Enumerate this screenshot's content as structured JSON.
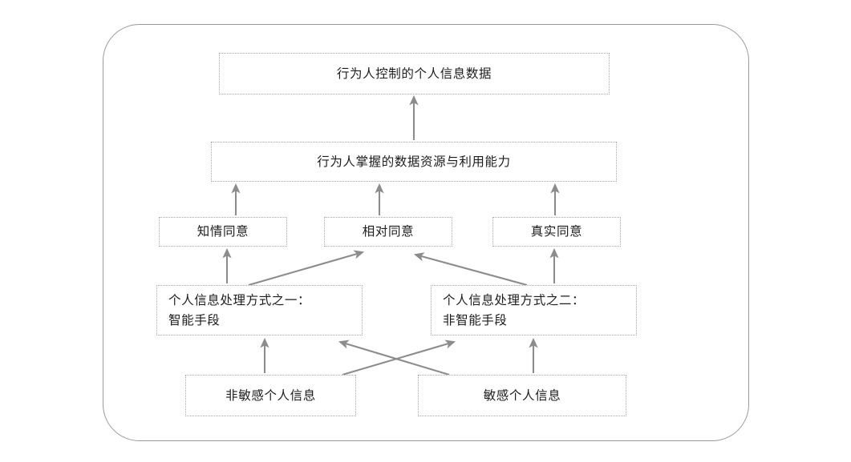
{
  "diagram": {
    "title_visible": false,
    "frame": {
      "shape": "rounded-rectangle",
      "stroke_color": "#9a9a9a"
    },
    "box_style": {
      "border": "dotted",
      "border_color": "#a6a6a6",
      "fill": "#ffffff",
      "text_color": "#1d1d1d"
    },
    "arrow_color": "#8c8c8c",
    "nodes": [
      {
        "id": "controlled-data",
        "label": "行为人控制的个人信息数据",
        "level": 1
      },
      {
        "id": "data-resource",
        "label": "行为人掌握的数据资源与利用能力",
        "level": 2
      },
      {
        "id": "informed-consent",
        "label": "知情同意",
        "level": 3
      },
      {
        "id": "relative-consent",
        "label": "相对同意",
        "level": 3
      },
      {
        "id": "genuine-consent",
        "label": "真实同意",
        "level": 3
      },
      {
        "id": "processing-one",
        "label": "个人信息处理方式之一：\n智能手段",
        "level": 4
      },
      {
        "id": "processing-two",
        "label": "个人信息处理方式之二：\n非智能手段",
        "level": 4
      },
      {
        "id": "non-sensitive-info",
        "label": "非敏感个人信息",
        "level": 5
      },
      {
        "id": "sensitive-info",
        "label": "敏感个人信息",
        "level": 5
      }
    ],
    "edges": [
      {
        "from": "data-resource",
        "to": "controlled-data",
        "kind": "vertical"
      },
      {
        "from": "informed-consent",
        "to": "data-resource",
        "kind": "vertical"
      },
      {
        "from": "relative-consent",
        "to": "data-resource",
        "kind": "vertical"
      },
      {
        "from": "genuine-consent",
        "to": "data-resource",
        "kind": "vertical"
      },
      {
        "from": "processing-one",
        "to": "informed-consent",
        "kind": "vertical"
      },
      {
        "from": "processing-one",
        "to": "relative-consent",
        "kind": "diagonal"
      },
      {
        "from": "processing-two",
        "to": "relative-consent",
        "kind": "diagonal"
      },
      {
        "from": "processing-two",
        "to": "genuine-consent",
        "kind": "vertical"
      },
      {
        "from": "non-sensitive-info",
        "to": "processing-one",
        "kind": "vertical"
      },
      {
        "from": "non-sensitive-info",
        "to": "processing-two",
        "kind": "diagonal"
      },
      {
        "from": "sensitive-info",
        "to": "processing-one",
        "kind": "diagonal"
      },
      {
        "from": "sensitive-info",
        "to": "processing-two",
        "kind": "vertical"
      }
    ]
  }
}
